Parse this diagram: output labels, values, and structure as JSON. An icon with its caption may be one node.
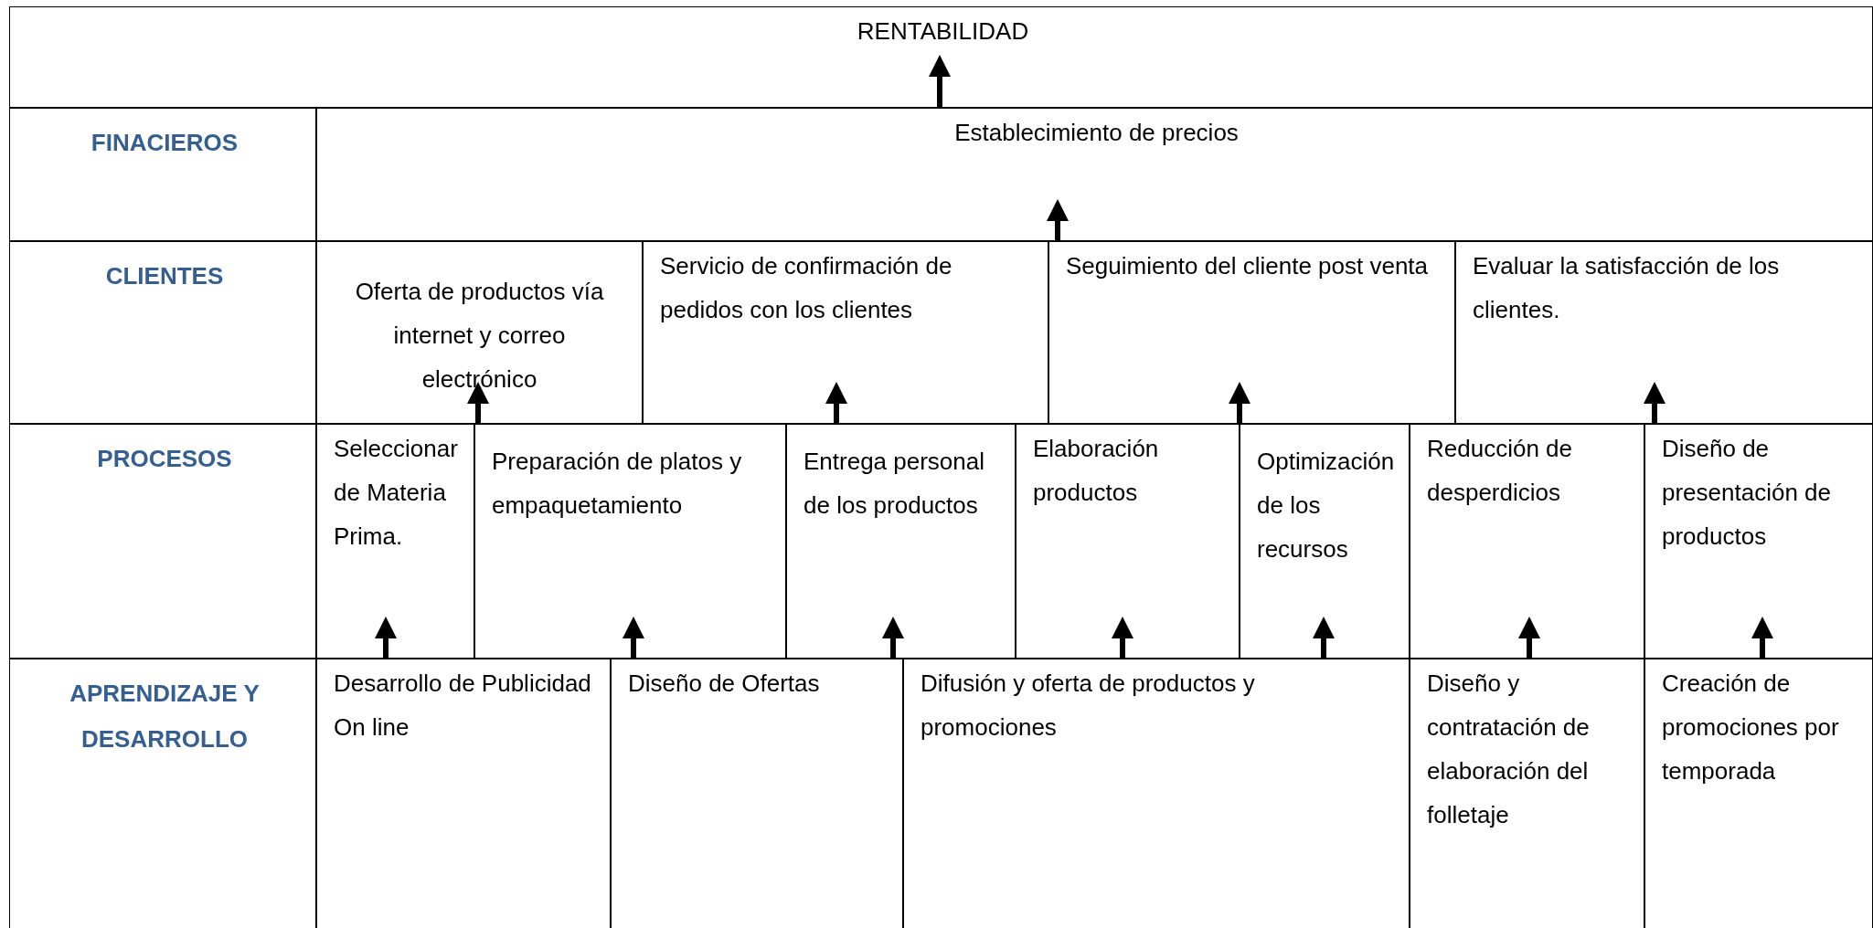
{
  "diagram": {
    "nodes": [
      {
        "text": [
          "RENTABILIDAD"
        ]
      },
      {
        "text": [
          "FINACIEROS"
        ]
      },
      {
        "text": [
          "Establecimiento de precios"
        ]
      },
      {
        "text": [
          "CLIENTES"
        ]
      },
      {
        "text": [
          "Oferta de productos vía internet y correo electrónico"
        ]
      },
      {
        "text": [
          "Servicio de confirmación de pedidos con los clientes"
        ]
      },
      {
        "text": [
          "Seguimiento del cliente post venta"
        ]
      },
      {
        "text": [
          "Evaluar la satisfacción de los clientes."
        ]
      },
      {
        "text": [
          "PROCESOS"
        ]
      },
      {
        "text": [
          "Seleccionar de Materia Prima."
        ]
      },
      {
        "text": [
          "Preparación de platos y empaquetamiento"
        ]
      },
      {
        "text": [
          "Entrega personal de los productos"
        ]
      },
      {
        "text": [
          "Elaboración productos"
        ]
      },
      {
        "text": [
          "Optimización de los recursos"
        ]
      },
      {
        "text": [
          "Reducción de desperdicios"
        ]
      },
      {
        "text": [
          "Diseño de presentación de productos"
        ]
      },
      {
        "text": [
          "APRENDIZAJE Y DESARROLLO"
        ]
      },
      {
        "text": [
          "Desarrollo de Publicidad On line"
        ]
      },
      {
        "text": [
          "Diseño de Ofertas"
        ]
      },
      {
        "text": [
          "Difusión y oferta de productos y promociones"
        ]
      },
      {
        "text": [
          "Diseño y contratación de elaboración del folletaje"
        ]
      },
      {
        "text": [
          "Creación de promociones por temporada"
        ]
      }
    ],
    "edges": [
      {
        "from": 2,
        "to": 0,
        "arrow": "to"
      },
      {
        "from": 6,
        "to": 2,
        "arrow": "to"
      },
      {
        "from": 10,
        "to": 4,
        "arrow": "to"
      },
      {
        "from": 11,
        "to": 5,
        "arrow": "to"
      },
      {
        "from": 13,
        "to": 6,
        "arrow": "to"
      },
      {
        "from": 15,
        "to": 7,
        "arrow": "to"
      },
      {
        "from": 17,
        "to": 9,
        "arrow": "to"
      },
      {
        "from": 18,
        "to": 10,
        "arrow": "to"
      },
      {
        "from": 18,
        "to": 11,
        "arrow": "to"
      },
      {
        "from": 19,
        "to": 12,
        "arrow": "to"
      },
      {
        "from": 19,
        "to": 13,
        "arrow": "to"
      },
      {
        "from": 20,
        "to": 14,
        "arrow": "to"
      },
      {
        "from": 21,
        "to": 15,
        "arrow": "to"
      }
    ]
  }
}
